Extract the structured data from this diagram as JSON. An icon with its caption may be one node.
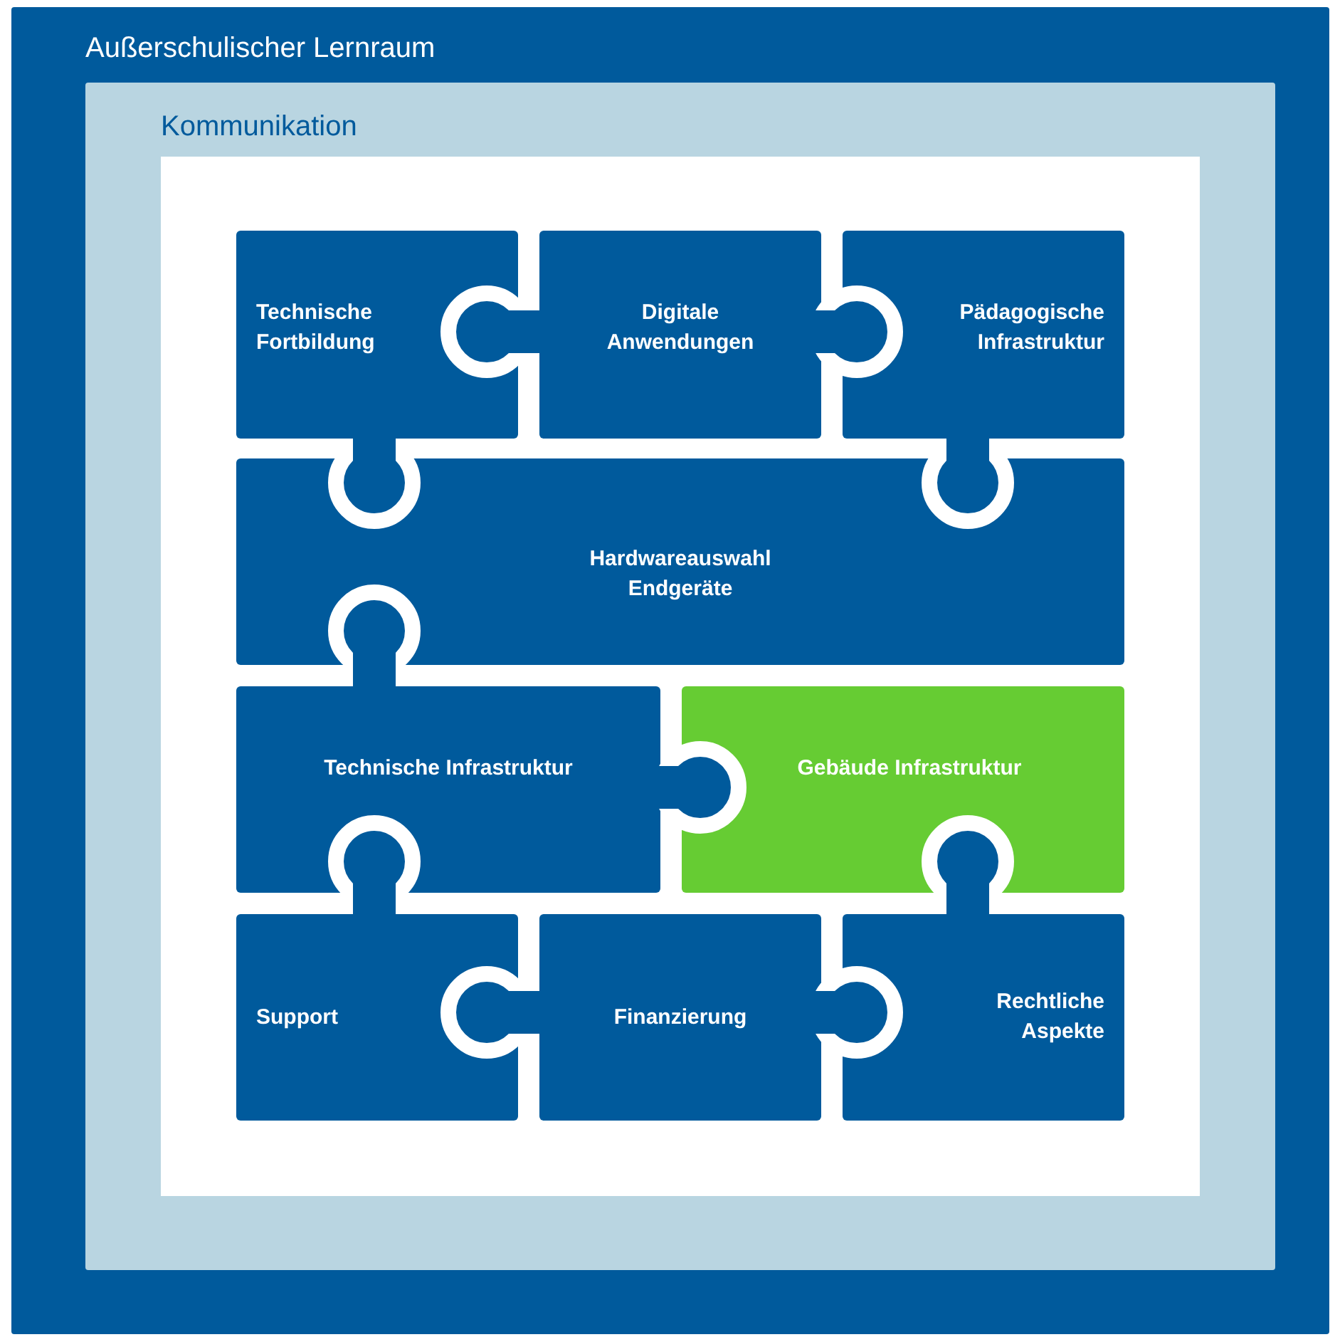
{
  "diagram": {
    "nodes": [
      {
        "text": [
          "Außerschulischer Lernraum"
        ]
      },
      {
        "text": [
          "Kommunikation"
        ],
        "in": 0
      },
      {
        "text": [
          "Technische Fortbildung"
        ],
        "in": 1
      },
      {
        "text": [
          "Digitale Anwendungen"
        ],
        "in": 1
      },
      {
        "text": [
          "Pädagogische Infrastruktur"
        ],
        "in": 1
      },
      {
        "text": [
          "Hardwareauswahl Endgeräte"
        ],
        "in": 1
      },
      {
        "text": [
          "Technische Infrastruktur"
        ],
        "in": 1
      },
      {
        "text": [
          "Gebäude Infrastruktur"
        ],
        "in": 1
      },
      {
        "text": [
          "Support"
        ],
        "in": 1
      },
      {
        "text": [
          "Finanzierung"
        ],
        "in": 1
      },
      {
        "text": [
          "Rechtliche Aspekte"
        ],
        "in": 1
      }
    ]
  }
}
